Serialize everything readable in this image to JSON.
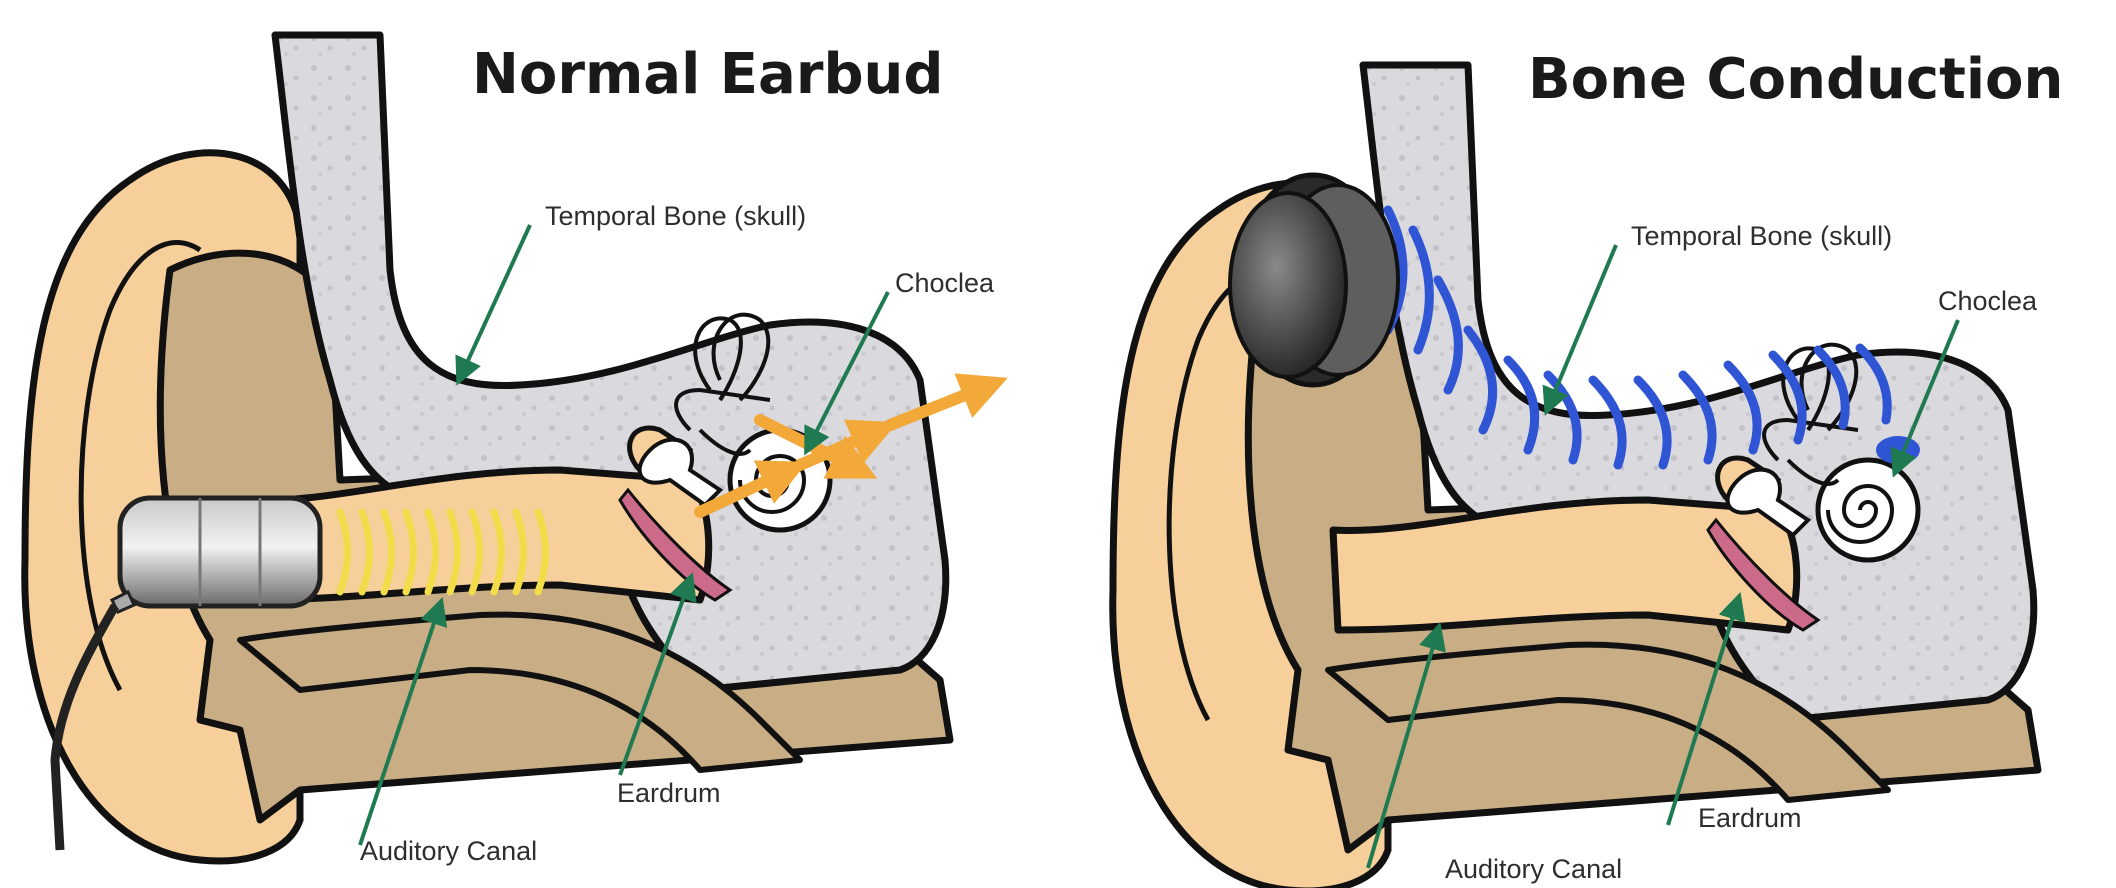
{
  "colors": {
    "skin": "#f7cf9a",
    "tissue": "#c9ad85",
    "bone": "#d9d9de",
    "outline": "#111111",
    "arrow": "#1f7a52",
    "sound_waves": "#f2dc4a",
    "vibration": "#2f55d4",
    "signal_arrow": "#f2a93a",
    "eardrum": "#cc6a8a"
  },
  "panels": [
    {
      "title": "Normal Earbud",
      "labels": {
        "temporal_bone": "Temporal Bone (skull)",
        "cochlea": "Choclea",
        "eardrum": "Eardrum",
        "auditory_canal": "Auditory Canal"
      },
      "device": "earbud",
      "icons": [
        "earbud-device-icon",
        "sound-wave-icon",
        "cochlea-icon",
        "ossicles-icon"
      ]
    },
    {
      "title": "Bone Conduction",
      "labels": {
        "temporal_bone": "Temporal Bone (skull)",
        "cochlea": "Choclea",
        "eardrum": "Eardrum",
        "auditory_canal": "Auditory Canal"
      },
      "device": "bone-conduction-transducer",
      "icons": [
        "bone-conduction-device-icon",
        "vibration-wave-icon",
        "cochlea-icon",
        "ossicles-icon"
      ]
    }
  ]
}
